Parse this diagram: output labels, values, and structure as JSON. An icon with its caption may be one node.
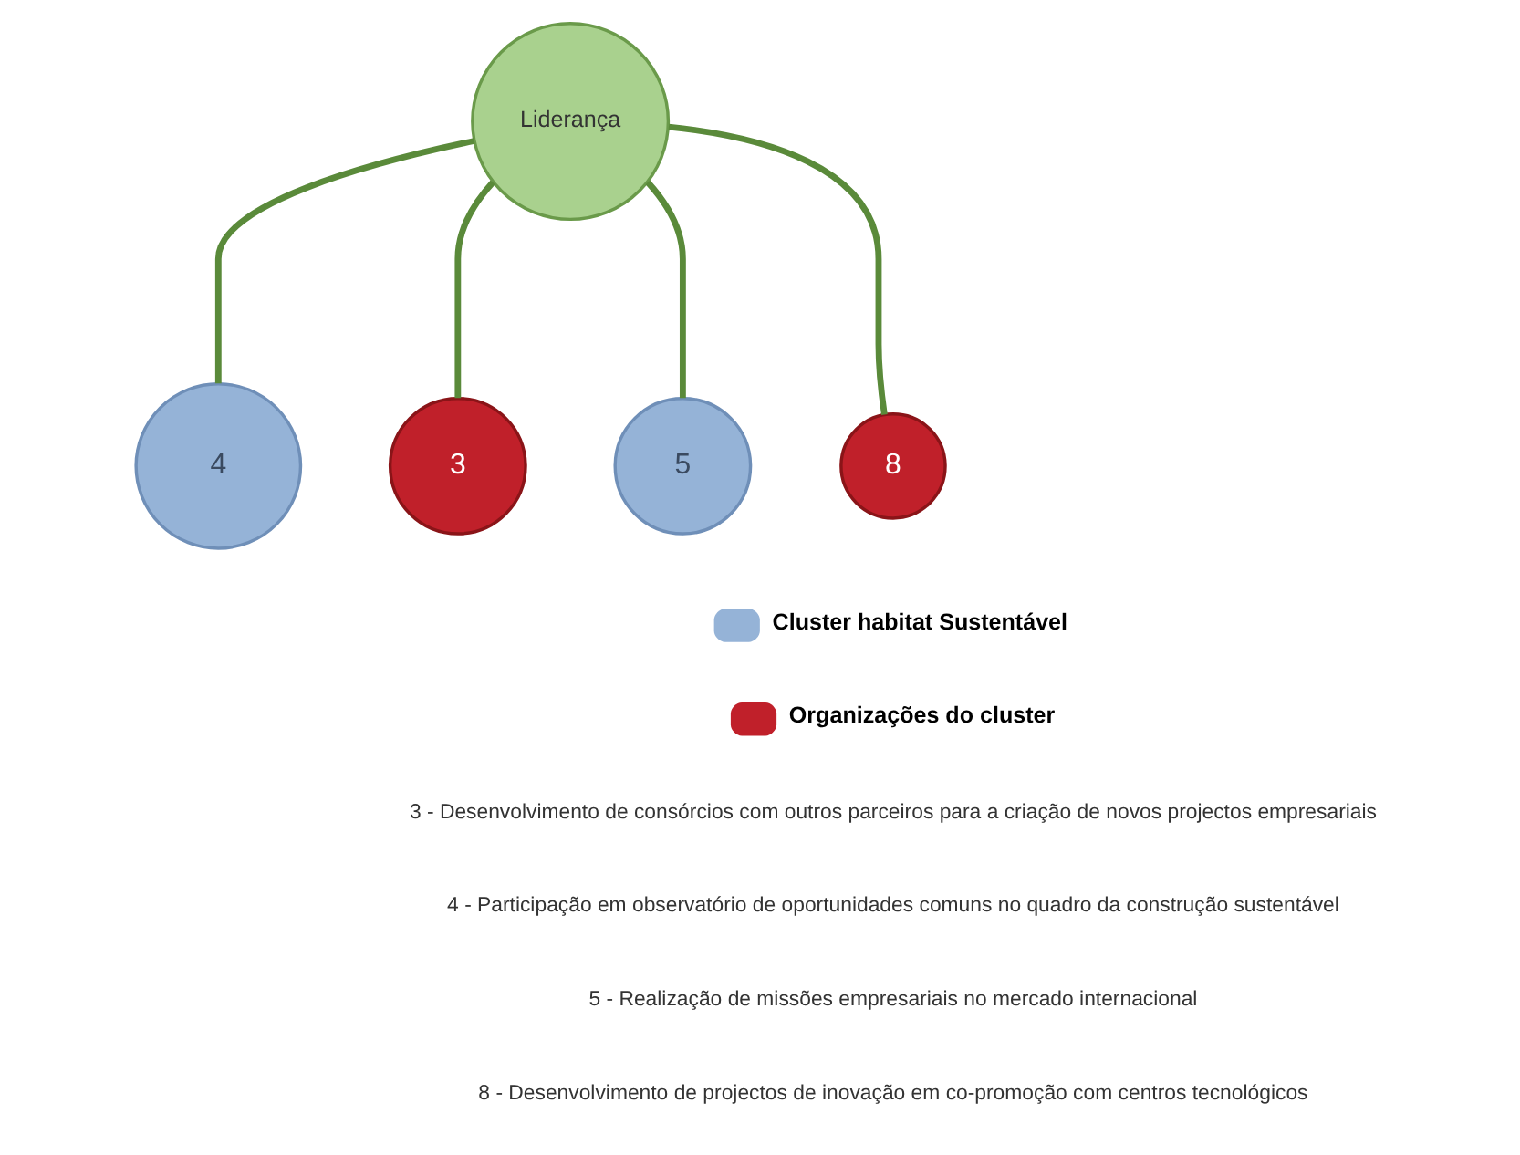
{
  "diagram": {
    "nodes": [
      {
        "text": [
          "Liderança"
        ]
      },
      {
        "text": [
          "4"
        ]
      },
      {
        "text": [
          "3"
        ]
      },
      {
        "text": [
          "5"
        ]
      },
      {
        "text": [
          "8"
        ]
      }
    ],
    "edges": [
      {
        "from": 0,
        "to": 1,
        "arrow": "none"
      },
      {
        "from": 0,
        "to": 2,
        "arrow": "none"
      },
      {
        "from": 0,
        "to": 3,
        "arrow": "none"
      },
      {
        "from": 0,
        "to": 4,
        "arrow": "none"
      }
    ],
    "labels": [
      "3 - Desenvolvimento de consórcios com outros parceiros para a criação de novos projectos empresariais",
      "4 - Participação em observatório de oportunidades comuns no quadro da construção sustentável",
      "5 - Realização de missões empresariais no mercado internacional",
      "8 - Desenvolvimento de projectos de inovação em co-promoção com centros tecnológicos"
    ],
    "legend": [
      {
        "text": "Cluster habitat Sustentável",
        "color": "#95b3d7"
      },
      {
        "text": "Organizações do cluster",
        "color": "#c0202a"
      }
    ]
  }
}
